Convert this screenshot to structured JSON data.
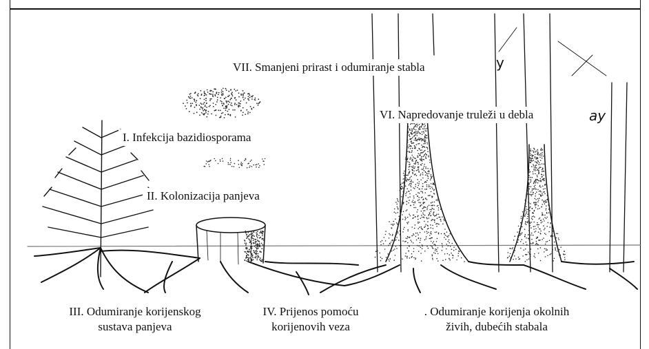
{
  "labels": {
    "stage_vii": "VII. Smanjeni prirast i odumiranje stabla",
    "stage_vi": "VI. Napredovanje truleži u debla",
    "stage_i": "I. Infekcija bazidiosporama",
    "stage_ii": "II. Kolonizacija panjeva",
    "stage_iii_line1": "III. Odumiranje korijenskog",
    "stage_iii_line2": "sustava panjeva",
    "stage_iv_line1": "IV. Prijenos pomoću",
    "stage_iv_line2": "korijenovih veza",
    "stage_v_line1": ". Odumiranje korijenja okolnih",
    "stage_v_line2": "živih, dubećih stabala"
  },
  "sketch_fragments": {
    "y_glyph": "y",
    "ay_glyph": "ay"
  },
  "colors": {
    "ink": "#111111",
    "background": "#ffffff",
    "stipple": "#2a2a2a"
  }
}
